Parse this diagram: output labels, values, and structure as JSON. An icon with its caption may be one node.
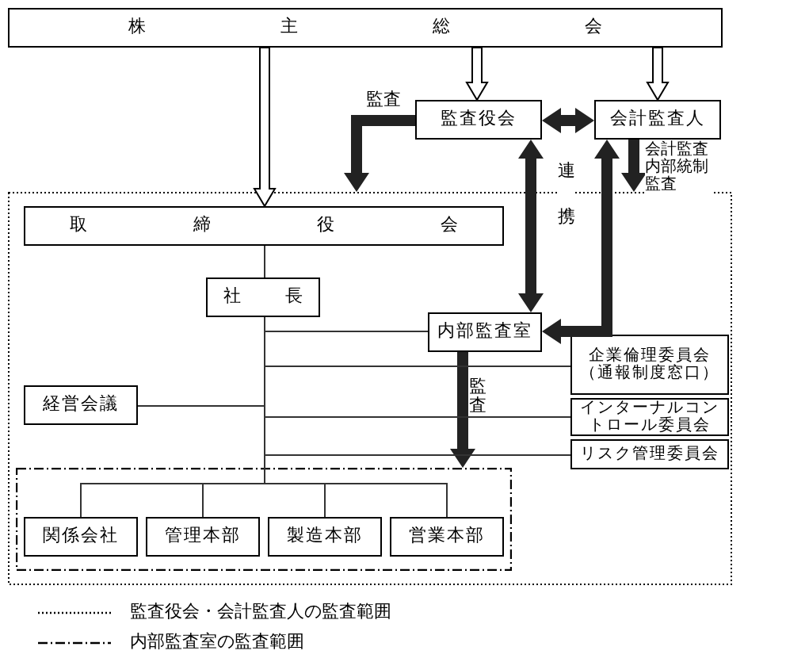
{
  "diagram": {
    "nodes": [
      {
        "text": [
          "株主総会"
        ]
      },
      {
        "text": [],
        "shape": "box"
      },
      {
        "text": [
          "監査役会"
        ]
      },
      {
        "text": [
          "会計監査人"
        ]
      },
      {
        "text": [
          "取締役会"
        ],
        "in": 1
      },
      {
        "text": [
          "社長"
        ],
        "in": 1
      },
      {
        "text": [
          "内部監査室"
        ],
        "in": 1
      },
      {
        "text": [
          "企業倫理委員会（通報制度窓口）"
        ],
        "in": 1
      },
      {
        "text": [
          "インターナルコントロール委員会"
        ],
        "in": 1
      },
      {
        "text": [
          "リスク管理委員会"
        ],
        "in": 1
      },
      {
        "text": [
          "経営会議"
        ],
        "in": 1
      },
      {
        "text": [],
        "shape": "box",
        "in": 1
      },
      {
        "text": [
          "関係会社"
        ],
        "in": 11
      },
      {
        "text": [
          "管理本部"
        ],
        "in": 11
      },
      {
        "text": [
          "製造本部"
        ],
        "in": 11
      },
      {
        "text": [
          "営業本部"
        ],
        "in": 11
      }
    ],
    "edges": [
      {
        "from": 0,
        "to": 4,
        "arrow": "to"
      },
      {
        "from": 0,
        "to": 2,
        "arrow": "to"
      },
      {
        "from": 0,
        "to": 3,
        "arrow": "to"
      },
      {
        "from": 2,
        "to": 1,
        "arrow": "to",
        "style": "thick",
        "label": "監査"
      },
      {
        "from": 2,
        "to": 3,
        "arrow": "both",
        "style": "thick"
      },
      {
        "from": 3,
        "to": 1,
        "arrow": "to",
        "style": "thick",
        "label": "会計監査内部統制監査"
      },
      {
        "from": 2,
        "to": 6,
        "arrow": "both",
        "style": "thick"
      },
      {
        "from": 3,
        "to": 6,
        "arrow": "both",
        "style": "thick"
      },
      {
        "from": 6,
        "to": 11,
        "arrow": "to",
        "style": "thick",
        "label": "監査"
      },
      {
        "from": 4,
        "to": 5,
        "arrow": "none"
      },
      {
        "from": 5,
        "to": 6,
        "arrow": "none"
      },
      {
        "from": 5,
        "to": 7,
        "arrow": "none"
      },
      {
        "from": 5,
        "to": 10,
        "arrow": "none"
      },
      {
        "from": 5,
        "to": 8,
        "arrow": "none"
      },
      {
        "from": 5,
        "to": 9,
        "arrow": "none"
      },
      {
        "from": 5,
        "to": 12,
        "arrow": "none"
      },
      {
        "from": 5,
        "to": 13,
        "arrow": "none"
      },
      {
        "from": 5,
        "to": 14,
        "arrow": "none"
      },
      {
        "from": 5,
        "to": 15,
        "arrow": "none"
      }
    ],
    "labels": [
      "連携"
    ],
    "legend": [
      {
        "text": "監査役会・会計監査人の監査範囲"
      },
      {
        "text": "内部監査室の監査範囲"
      }
    ]
  }
}
